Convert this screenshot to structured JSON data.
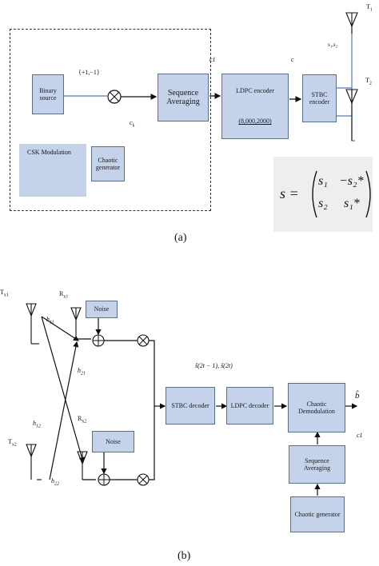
{
  "panel_a": {
    "caption": "(a)",
    "blocks": {
      "binary_source": "Binary source",
      "csk_modulation": "CSK Modulation",
      "chaotic_generator": "Chaotic generator",
      "sequence_averaging": "Sequence Averaging",
      "ldpc_encoder": "LDPC encoder",
      "ldpc_params": "(8,000,2000)",
      "stbc_encoder": "STBC encoder"
    },
    "labels": {
      "bits": "{+1,−1}",
      "ck": "c",
      "ck_sub": "k",
      "c1": "c1",
      "c": "c",
      "s1s2": "s₁,s₂",
      "t1": "T",
      "t1_sub": "1",
      "t2": "T",
      "t2_sub": "2"
    },
    "matrix": {
      "lhs": "s =",
      "a11": "s₁",
      "a12": "−s₂*",
      "a21": "s₂",
      "a22": "s₁*"
    }
  },
  "panel_b": {
    "caption": "(b)",
    "blocks": {
      "noise_top": "Noise",
      "noise_bottom": "Noise",
      "stbc_decoder": "STBC decoder",
      "ldpc_decoder": "LDPC decoder",
      "chaotic_demodulation": "Chaotic Demodulation",
      "sequence_averaging": "Sequence Averaging",
      "chaotic_generator": "Chaotic generator"
    },
    "labels": {
      "tx1": "T",
      "tx1_sub": "x1",
      "tx2": "T",
      "tx2_sub": "x2",
      "rx1": "R",
      "rx1_sub": "x1",
      "rx2": "R",
      "rx2_sub": "x2",
      "h11": "h",
      "h11_sub": "11",
      "h21": "h",
      "h21_sub": "21",
      "h12": "h",
      "h12_sub": "12",
      "h22": "h",
      "h22_sub": "22",
      "estimates": "ŝ(2t − 1), ŝ(2t)",
      "b_hat": "b̂",
      "c1": "c1"
    }
  }
}
